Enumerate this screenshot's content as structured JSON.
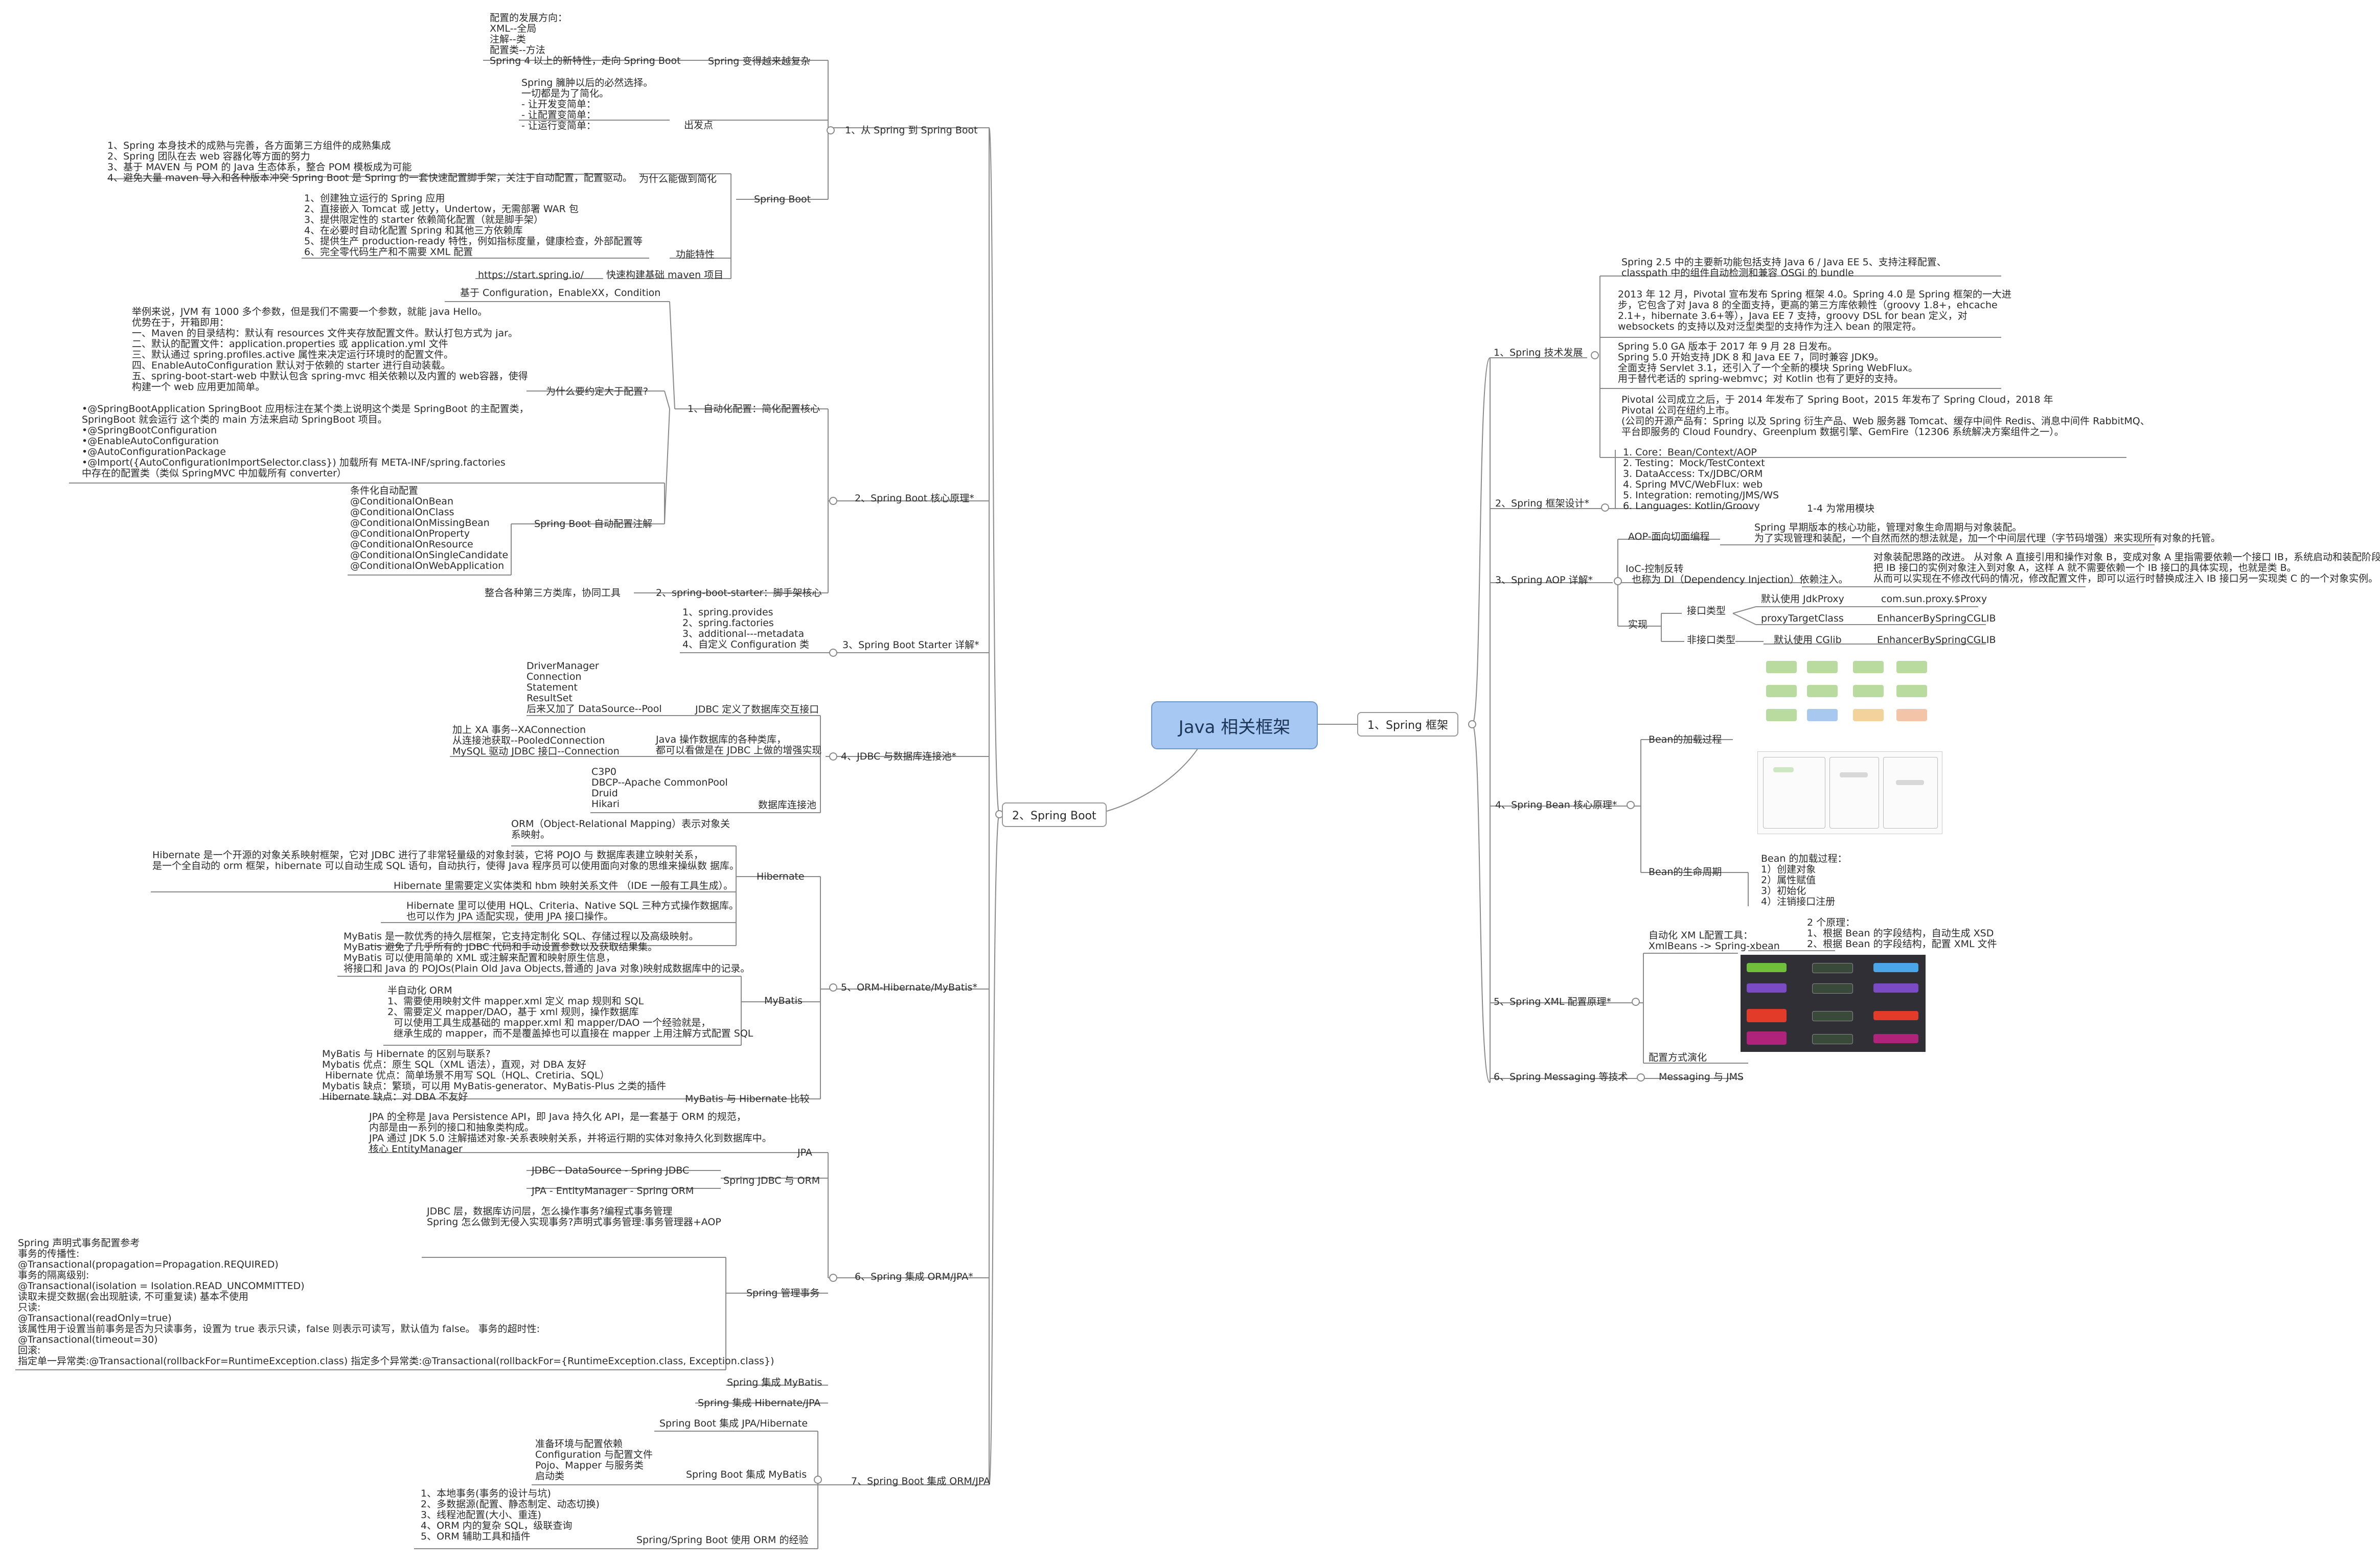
{
  "root": "Java 相关框架",
  "main_branches": [
    "1、Spring 框架",
    "2、Spring Boot"
  ],
  "spring": {
    "tech": {
      "label": "1、Spring 技术发展",
      "notes": [
        "Spring 2.5 中的主要新功能包括支持 Java 6 / Java EE 5、支持注释配置、\nclasspath 中的组件自动检测和兼容 OSGi 的 bundle",
        "2013 年 12 月，Pivotal 宣布发布 Spring 框架 4.0。Spring 4.0 是 Spring 框架的一大进\n步，它包含了对 Java 8 的全面支持，更高的第三方库依赖性（groovy 1.8+，ehcache\n2.1+，hibernate 3.6+等），Java EE 7 支持，groovy DSL for bean 定义，对\nwebsockets 的支持以及对泛型类型的支持作为注入 bean 的限定符。",
        "Spring 5.0 GA 版本于 2017 年 9 月 28 日发布。\nSpring 5.0 开始支持 JDK 8 和 Java EE 7，同时兼容 JDK9。\n全面支持 Servlet 3.1，还引入了一个全新的模块 Spring WebFlux。\n用于替代老话的 spring-webmvc；对 Kotlin 也有了更好的支持。",
        "Pivotal 公司成立之后，于 2014 年发布了 Spring Boot，2015 年发布了 Spring Cloud，2018 年\nPivotal 公司在纽约上市。\n(公司的开源产品有：Spring 以及 Spring 衍生产品、Web 服务器 Tomcat、缓存中间件 Redis、消息中间件 RabbitMQ、\n平台即服务的 Cloud Foundry、Greenplum 数据引擎、GemFire（12306 系统解决方案组件之一）。"
      ]
    },
    "arch": {
      "label": "2、Spring 框架设计*",
      "modules": "1. Core：Bean/Context/AOP\n2. Testing：Mock/TestContext\n3. DataAccess: Tx/JDBC/ORM\n4. Spring MVC/WebFlux: web\n5. Integration: remoting/JMS/WS\n6. Languages: Kotlin/Groovy",
      "common": "1-4 为常用模块"
    },
    "aop": {
      "label": "3、Spring AOP 详解*",
      "aop_title": "AOP-面向切面编程",
      "aop_desc": "Spring 早期版本的核心功能，管理对象生命周期与对象装配。\n为了实现管理和装配，一个自然而然的想法就是，加一个中间层代理（字节码增强）来实现所有对象的托管。",
      "ioc_title": "IoC-控制反转\n  也称为 DI（Dependency Injection）依赖注入。",
      "ioc_desc": "对象装配思路的改进。 从对象 A 直接引用和操作对象 B，变成对象 A 里指需要依赖一个接口 IB，系统启动和装配阶段，\n把 IB 接口的实例对象注入到对象 A，这样 A 就不需要依赖一个 IB 接口的具体实现，也就是类 B。\n从而可以实现在不修改代码的情况，修改配置文件，即可以运行时替换成注入 IB 接口另一实现类 C 的一个对象实例。",
      "impl": "实现",
      "iface_type": "接口类型",
      "jdk_default": "默认使用 JdkProxy",
      "jdk_class": "com.sun.proxy.$Proxy",
      "ptc": "proxyTargetClass",
      "ptc_class": "EnhancerBySpringCGLIB",
      "non_iface": "非接口类型",
      "cglib_default": "默认使用 CGlib",
      "cglib_class": "EnhancerBySpringCGLIB"
    },
    "bean": {
      "label": "4、Spring Bean 核心原理*",
      "load": "Bean的加载过程",
      "life": "Bean的生命周期",
      "life_desc": "Bean 的加载过程：\n1）创建对象\n2）属性赋值\n3）初始化\n4）注销接口注册"
    },
    "xml": {
      "label": "5、Spring XML 配置原理*",
      "tools": "自动化 XM L配置工具：\nXmlBeans -> Spring-xbean",
      "principle": "2 个原理：\n1、根据 Bean 的字段结构，自动生成 XSD\n2、根据 Bean 的字段结构，配置 XML 文件",
      "evolution": "配置方式演化"
    },
    "messaging": {
      "label": "6、Spring Messaging 等技术",
      "item": "Messaging 与 JMS"
    }
  },
  "boot": {
    "b1": {
      "label": "1、从 Spring 到 Spring Boot",
      "evolve_label": "Spring 变得越来越复杂",
      "evolve_note": "配置的发展方向：\nXML--全局\n注解--类\n配置类--方法\nSpring 4 以上的新特性，走向 Spring Boot",
      "start_label": "出发点",
      "start_note": "Spring 臃肿以后的必然选择。\n一切都是为了简化。\n- 让开发变简单：\n- 让配置变简单：\n- 让运行变简单：",
      "sb_label": "Spring Boot",
      "why_label": "为什么能做到简化",
      "why_note": "1、Spring 本身技术的成熟与完善，各方面第三方组件的成熟集成\n2、Spring 团队在去 web 容器化等方面的努力\n3、基于 MAVEN 与 POM 的 Java 生态体系，整合 POM 模板成为可能\n4、避免大量 maven 导入和各种版本冲突 Spring Boot 是 Spring 的一套快速配置脚手架，关注于自动配置，配置驱动。",
      "feat_label": "功能特性",
      "feat_note": "1、创建独立运行的 Spring 应用\n2、直接嵌入 Tomcat 或 Jetty，Undertow，无需部署 WAR 包\n3、提供限定性的 starter 依赖简化配置（就是脚手架）\n4、在必要时自动化配置 Spring 和其他三方依赖库\n5、提供生产 production-ready 特性，例如指标度量，健康检查，外部配置等\n6、完全零代码生产和不需要 XML 配置",
      "maven_url": "https://start.spring.io/",
      "maven_label": "快速构建基础 maven 项目"
    },
    "b2": {
      "label": "2、Spring Boot 核心原理*",
      "auto_label": "1、自动化配置：简化配置核心",
      "auto_top": "基于 Configuration，EnableXX，Condition",
      "why_label": "为什么要约定大于配置?",
      "why_note": "举例来说，JVM 有 1000 多个参数，但是我们不需要一个参数，就能 java Hello。\n优势在于，开箱即用：\n一、Maven 的目录结构：默认有 resources 文件夹存放配置文件。默认打包方式为 jar。\n二、默认的配置文件：application.properties 或 application.yml 文件\n三、默认通过 spring.profiles.active 属性来决定运行环境时的配置文件。\n四、EnableAutoConfiguration 默认对于依赖的 starter 进行自动装载。\n五、spring-boot-start-web 中默认包含 spring-mvc 相关依赖以及内置的 web容器，使得\n构建一个 web 应用更加简单。",
      "anno_note": "•@SpringBootApplication SpringBoot 应用标注在某个类上说明这个类是 SpringBoot 的主配置类，\nSpringBoot 就会运行 这个类的 main 方法来启动 SpringBoot 项目。\n•@SpringBootConfiguration\n•@EnableAutoConfiguration\n•@AutoConfigurationPackage\n•@Import({AutoConfigurationImportSelector.class}) 加载所有 META-INF/spring.factories\n中存在的配置类（类似 SpringMVC 中加载所有 converter）",
      "anno_label": "Spring Boot 自动配置注解",
      "cond_note": "条件化自动配置\n@ConditionalOnBean\n@ConditionalOnClass\n@ConditionalOnMissingBean\n@ConditionalOnProperty\n@ConditionalOnResource\n@ConditionalOnSingleCandidate\n@ConditionalOnWebApplication",
      "starter_label": "2、spring-boot-starter：脚手架核心",
      "starter_note": "整合各种第三方类库，协同工具"
    },
    "b3": {
      "label": "3、Spring Boot Starter 详解*",
      "note": "1、spring.provides\n2、spring.factories\n3、additional---metadata\n4、自定义 Configuration 类"
    },
    "b4": {
      "label": "4、JDBC 与数据库连接池*",
      "jdbc_label": "JDBC 定义了数据库交互接口",
      "jdbc_note": "DriverManager\nConnection\nStatement\nResultSet\n后来又加了 DataSource--Pool",
      "java_note": "Java 操作数据库的各种类库，\n都可以看做是在 JDBC 上做的增强实现",
      "xa_note": "加上 XA 事务--XAConnection\n从连接池获取--PooledConnection\nMySQL 驱动 JDBC 接口--Connection",
      "pool_note": "C3P0\nDBCP--Apache CommonPool\nDruid\nHikari",
      "pool_label": "数据库连接池"
    },
    "b5": {
      "label": "5、ORM-Hibernate/MyBatis*",
      "orm_note": "ORM（Object-Relational Mapping）表示对象关\n系映射。",
      "hib_label": "Hibernate",
      "hib_note1": "Hibernate 是一个开源的对象关系映射框架，它对 JDBC 进行了非常轻量级的对象封装，它将 POJO 与 数据库表建立映射关系，\n是一个全自动的 orm 框架，hibernate 可以自动生成 SQL 语句，自动执行，使得 Java 程序员可以使用面向对象的思维来操纵数 据库。",
      "hib_note2": "Hibernate 里需要定义实体类和 hbm 映射关系文件 （IDE 一般有工具生成）。",
      "hib_note3": "Hibernate 里可以使用 HQL、Criteria、Native SQL 三种方式操作数据库。\n也可以作为 JPA 适配实现，使用 JPA 接口操作。",
      "mb_label": "MyBatis",
      "mb_note1": "MyBatis 是一款优秀的持久层框架，它支持定制化 SQL、存储过程以及高级映射。\nMyBatis 避免了几乎所有的 JDBC 代码和手动设置参数以及获取结果集。\nMyBatis 可以使用简单的 XML 或注解来配置和映射原生信息，\n将接口和 Java 的 POJOs(Plain Old Java Objects,普通的 Java 对象)映射成数据库中的记录。",
      "mb_note2": "半自动化 ORM\n1、需要使用映射文件 mapper.xml 定义 map 规则和 SQL\n2、需要定义 mapper/DAO，基于 xml 规则，操作数据库\n  可以使用工具生成基础的 mapper.xml 和 mapper/DAO 一个经验就是，\n  继承生成的 mapper，而不是覆盖掉也可以直接在 mapper 上用注解方式配置 SQL",
      "cmp_label": "MyBatis 与 Hibernate 比较",
      "cmp_note": "MyBatis 与 Hibernate 的区别与联系?\nMybatis 优点：原生 SQL（XML 语法），直观，对 DBA 友好\n Hibernate 优点：简单场景不用写 SQL（HQL、Cretiria、SQL）\nMybatis 缺点：繁琐，可以用 MyBatis-generator、MyBatis-Plus 之类的插件\nHibernate 缺点：对 DBA 不友好"
    },
    "b6": {
      "label": "6、Spring 集成 ORM/JPA*",
      "jpa_note": "JPA 的全称是 Java Persistence API，即 Java 持久化 API，是一套基于 ORM 的规范，\n内部是由一系列的接口和抽象类构成。\nJPA 通过 JDK 5.0 注解描述对象-关系表映射关系，并将运行期的实体对象持久化到数据库中。\n核心 EntityManager",
      "jpa_label": "JPA",
      "jdbc_row1": "JDBC - DataSource - Spring JDBC",
      "jdbc_row2": "JPA - EntityManager - Spring ORM",
      "sj_label": "Spring JDBC 与 ORM",
      "tx_label": "Spring 管理事务",
      "tx_note1": "JDBC 层，数据库访问层，怎么操作事务?编程式事务管理\nSpring 怎么做到无侵入实现事务?声明式事务管理:事务管理器+AOP",
      "tx_note2": "Spring 声明式事务配置参考\n事务的传播性:\n@Transactional(propagation=Propagation.REQUIRED)\n事务的隔离级别:\n@Transactional(isolation = Isolation.READ_UNCOMMITTED)\n读取未提交数据(会出现脏读, 不可重复读) 基本不使用\n只读:\n@Transactional(readOnly=true)\n该属性用于设置当前事务是否为只读事务，设置为 true 表示只读，false 则表示可读写，默认值为 false。 事务的超时性:\n@Transactional(timeout=30)\n回滚:\n指定单一异常类:@Transactional(rollbackFor=RuntimeException.class) 指定多个异常类:@Transactional(rollbackFor={RuntimeException.class, Exception.class})",
      "mybatis_label": "Spring 集成 MyBatis",
      "hib_label": "Spring 集成 Hibernate/JPA"
    },
    "b7": {
      "label": "7、Spring Boot 集成 ORM/JPA",
      "jpa_label": "Spring Boot 集成 JPA/Hibernate",
      "mb_note": "准备环境与配置依赖\nConfiguration 与配置文件\nPojo、Mapper 与服务类\n启动类",
      "mb_label": "Spring Boot 集成 MyBatis",
      "orm_note": "1、本地事务(事务的设计与坑)\n2、多数据源(配置、静态制定、动态切换)\n3、线程池配置(大小、重连)\n4、ORM 内的复杂 SQL，级联查询\n5、ORM 辅助工具和插件",
      "orm_label": "Spring/Spring Boot 使用 ORM 的经验"
    }
  }
}
